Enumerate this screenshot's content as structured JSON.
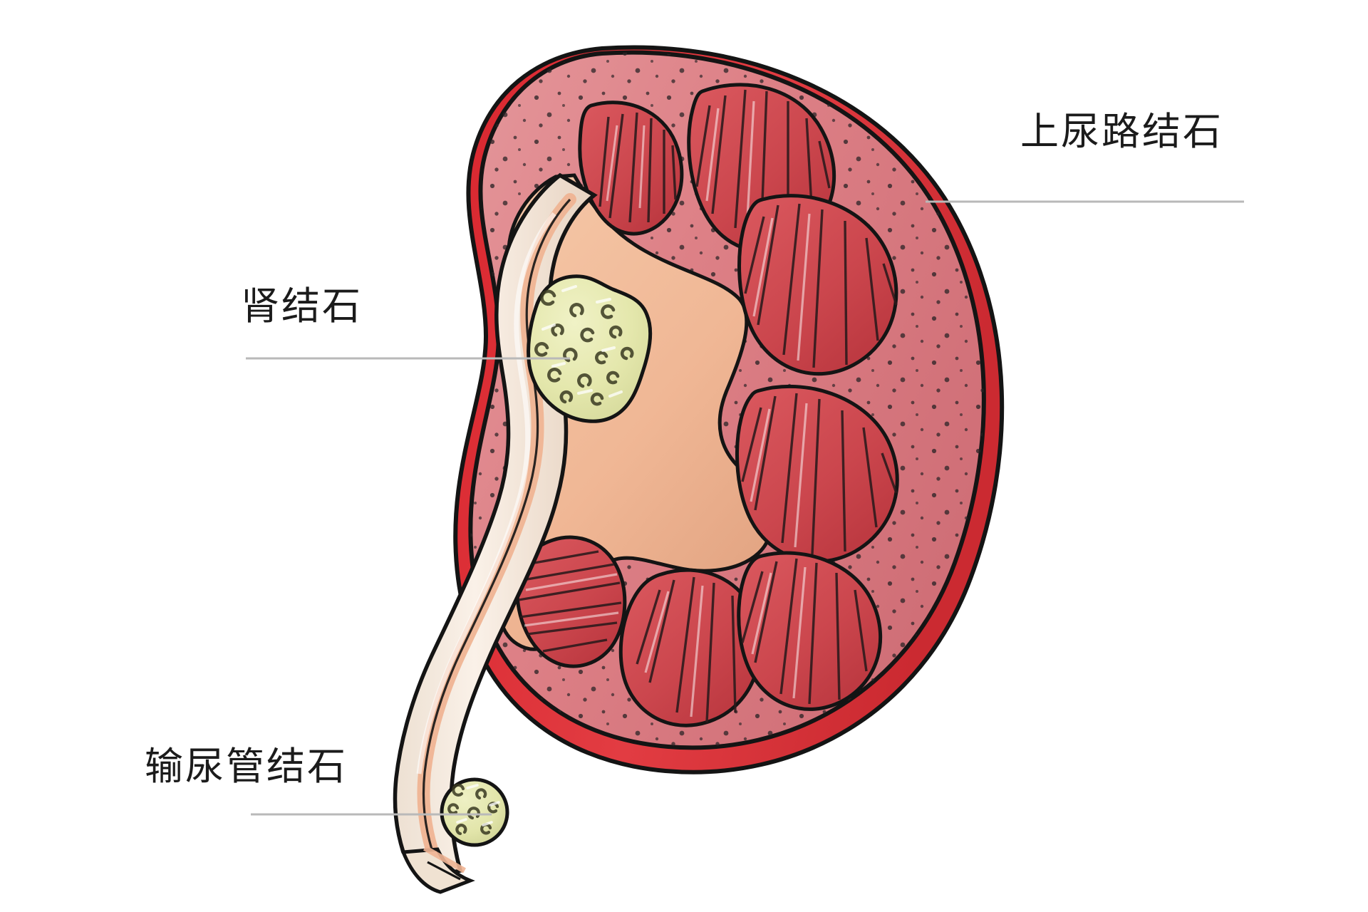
{
  "figure": {
    "title": "Kidney cross-section with urinary stones",
    "background_color": "#ffffff"
  },
  "labels": [
    {
      "id": "upper-urinary-tract-stone",
      "text": "上尿路结石",
      "leader_line_color": "#b9b9b9"
    },
    {
      "id": "kidney-stone",
      "text": "肾结石",
      "leader_line_color": "#b9b9b9"
    },
    {
      "id": "ureteral-stone",
      "text": "输尿管结石",
      "leader_line_color": "#b9b9b9"
    }
  ],
  "anatomy": {
    "capsule": {
      "name": "renal-capsule",
      "color": "#e0393f"
    },
    "cortex": {
      "name": "renal-cortex",
      "color": "#dd8086",
      "speckle_color": "#2a2326"
    },
    "medulla_pyramid": {
      "name": "renal-pyramid",
      "color": "#cf4a50",
      "striation_color": "#2b1a1c"
    },
    "pelvis": {
      "name": "renal-pelvis",
      "color": "#f0bb98"
    },
    "ureter_wall": {
      "name": "ureter-wall",
      "color": "#f3e4d6"
    },
    "ureter_lumen": {
      "name": "ureter-lumen",
      "color": "#efb494"
    },
    "stone": {
      "name": "urinary-stone",
      "color": "#e5e8ae",
      "speckle_color": "#3a3a22"
    },
    "outline": {
      "name": "ink-outline",
      "color": "#141414"
    }
  }
}
